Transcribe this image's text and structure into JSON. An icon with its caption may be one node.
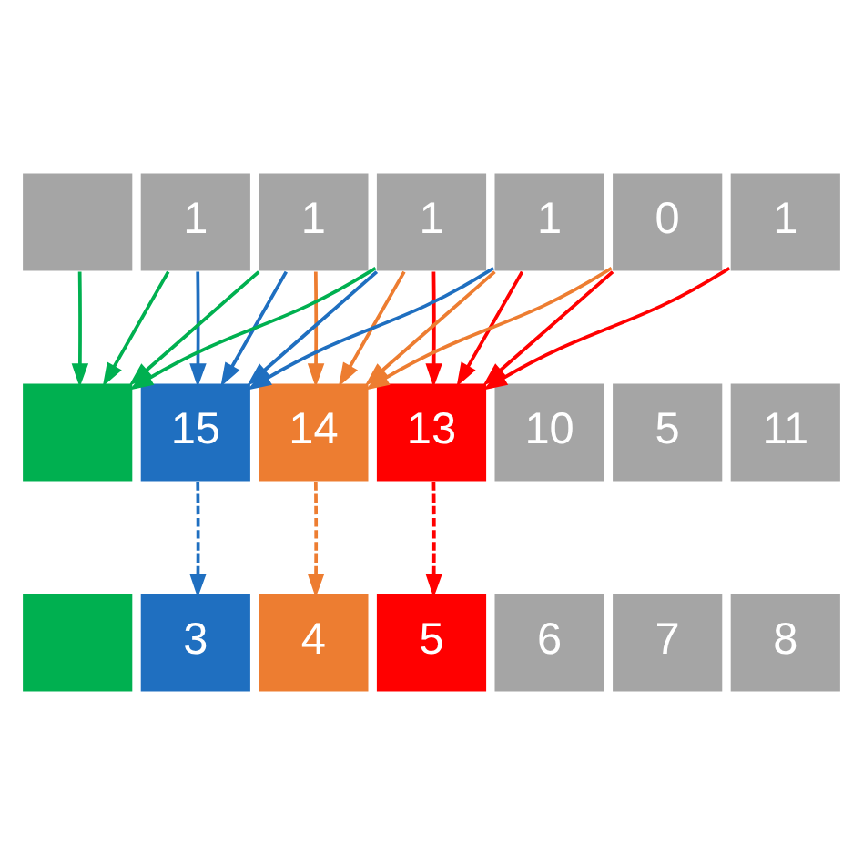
{
  "diagram": {
    "nodes": [
      {
        "text": [],
        "shape": "box"
      },
      {
        "text": [
          "1"
        ]
      },
      {
        "text": [
          "1"
        ]
      },
      {
        "text": [
          "1"
        ]
      },
      {
        "text": [
          "1"
        ]
      },
      {
        "text": [
          "0"
        ]
      },
      {
        "text": [
          "1"
        ]
      },
      {
        "text": [],
        "shape": "box"
      },
      {
        "text": [
          "15"
        ]
      },
      {
        "text": [
          "14"
        ]
      },
      {
        "text": [
          "13"
        ]
      },
      {
        "text": [
          "10"
        ]
      },
      {
        "text": [
          "5"
        ]
      },
      {
        "text": [
          "11"
        ]
      },
      {
        "text": [],
        "shape": "box"
      },
      {
        "text": [
          "3"
        ]
      },
      {
        "text": [
          "4"
        ]
      },
      {
        "text": [
          "5"
        ]
      },
      {
        "text": [
          "6"
        ]
      },
      {
        "text": [
          "7"
        ]
      },
      {
        "text": [
          "8"
        ]
      }
    ],
    "edges": [
      {
        "from": 1,
        "to": 8,
        "arrow": "to",
        "color": "#1f6fc0"
      },
      {
        "from": 2,
        "to": 8,
        "arrow": "to",
        "color": "#1f6fc0"
      },
      {
        "from": 3,
        "to": 8,
        "arrow": "to",
        "color": "#1f6fc0"
      },
      {
        "from": 4,
        "to": 8,
        "arrow": "to",
        "color": "#1f6fc0"
      },
      {
        "from": 2,
        "to": 9,
        "arrow": "to",
        "color": "#ed7d31"
      },
      {
        "from": 3,
        "to": 9,
        "arrow": "to",
        "color": "#ed7d31"
      },
      {
        "from": 4,
        "to": 9,
        "arrow": "to",
        "color": "#ed7d31"
      },
      {
        "from": 5,
        "to": 9,
        "arrow": "to",
        "color": "#ed7d31"
      },
      {
        "from": 3,
        "to": 10,
        "arrow": "to",
        "color": "#ff0000"
      },
      {
        "from": 4,
        "to": 10,
        "arrow": "to",
        "color": "#ff0000"
      },
      {
        "from": 5,
        "to": 10,
        "arrow": "to",
        "color": "#ff0000"
      },
      {
        "from": 6,
        "to": 10,
        "arrow": "to",
        "color": "#ff0000"
      },
      {
        "from": 0,
        "to": 7,
        "arrow": "to",
        "color": "#00b050"
      },
      {
        "from": 1,
        "to": 7,
        "arrow": "to",
        "color": "#00b050"
      },
      {
        "from": 2,
        "to": 7,
        "arrow": "to",
        "color": "#00b050"
      },
      {
        "from": 3,
        "to": 7,
        "arrow": "to",
        "color": "#00b050"
      },
      {
        "from": 8,
        "to": 15,
        "arrow": "to",
        "style": "dashed",
        "color": "#1f6fc0"
      },
      {
        "from": 9,
        "to": 16,
        "arrow": "to",
        "style": "dashed",
        "color": "#ed7d31"
      },
      {
        "from": 10,
        "to": 17,
        "arrow": "to",
        "style": "dashed",
        "color": "#ff0000"
      }
    ]
  }
}
